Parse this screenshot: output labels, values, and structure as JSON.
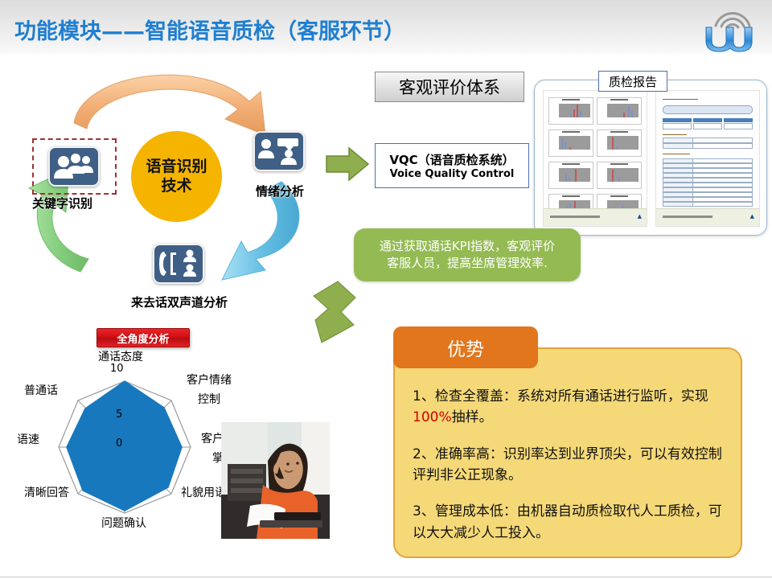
{
  "header": {
    "title": "功能模块——智能语音质检（客服环节）",
    "logo_name": "jw-wave-logo",
    "title_color": "#1f7fd0"
  },
  "cycle": {
    "center": {
      "line1": "语音识别",
      "line2": "技术"
    },
    "nodes": [
      {
        "id": "keyword",
        "label": "关键字识别",
        "icon": "three-people-icon",
        "highlighted": true
      },
      {
        "id": "emotion",
        "label": "情绪分析",
        "icon": "person-speech-icon",
        "highlighted": false
      },
      {
        "id": "dualchannel",
        "label": "来去话双声道分析",
        "icon": "phone-two-people-icon",
        "highlighted": false
      }
    ],
    "arrows": [
      {
        "name": "orange-arrow-top",
        "color": "#f0ad6e"
      },
      {
        "name": "blue-arrow-right",
        "color": "#6cc5e8"
      },
      {
        "name": "green-arrow-left",
        "color": "#8fd48a"
      }
    ]
  },
  "objective": {
    "label": "客观评价体系"
  },
  "vqc": {
    "line1": "VQC（语音质检系统）",
    "line2": "Voice Quality Control",
    "arrow_name": "green-right-arrow",
    "arrow_color": "#8fae4e"
  },
  "report": {
    "label": "质检报告",
    "pages": 2
  },
  "kpi_callout": {
    "line1": "通过获取通话KPI指数，客观评价",
    "line2": "客服人员，提高坐席管理效率.",
    "bg_color": "#94bb53",
    "arrow_name": "green-down-arrow"
  },
  "radar_banner": {
    "label": "全角度分析",
    "bg_color": "#cf0d12"
  },
  "chart_data": {
    "type": "radar",
    "title": "全角度分析",
    "categories": [
      "通话态度",
      "客户情绪控制",
      "客户信息掌握",
      "礼貌用语",
      "问题确认",
      "清晰回答",
      "语速",
      "普通话"
    ],
    "values": [
      10,
      8.4,
      8.6,
      9.2,
      9.6,
      9.3,
      8.8,
      7.9
    ],
    "tick_labels": [
      "0",
      "5",
      "10"
    ],
    "ticks": [
      0,
      5,
      10
    ],
    "ylim": [
      0,
      10
    ],
    "series": [
      {
        "name": "全角度分析",
        "values": [
          10,
          8.4,
          8.6,
          9.2,
          9.6,
          9.3,
          8.8,
          7.9
        ]
      }
    ],
    "fill_color": "#1878bd",
    "grid": true,
    "legend": "none"
  },
  "photo": {
    "name": "call-center-agent-photo",
    "alt": "客服人员接听电话照片"
  },
  "advantages": {
    "tab_label": "优势",
    "tab_color": "#e1761d",
    "box_color": "#f5d978",
    "items": [
      {
        "num": "1、",
        "title": "检查全覆盖：",
        "text_a": "系统对所有通话进行监听，实现",
        "highlight": "100%",
        "text_b": "抽样。"
      },
      {
        "num": "2、",
        "title": "准确率高：",
        "text_a": "识别率达到业界顶尖，可以有效控制评判非公正现象。",
        "highlight": "",
        "text_b": ""
      },
      {
        "num": "3、",
        "title": "管理成本低：",
        "text_a": "由机器自动质检取代人工质检，可以大大减少人工投入。",
        "highlight": "",
        "text_b": ""
      }
    ]
  }
}
